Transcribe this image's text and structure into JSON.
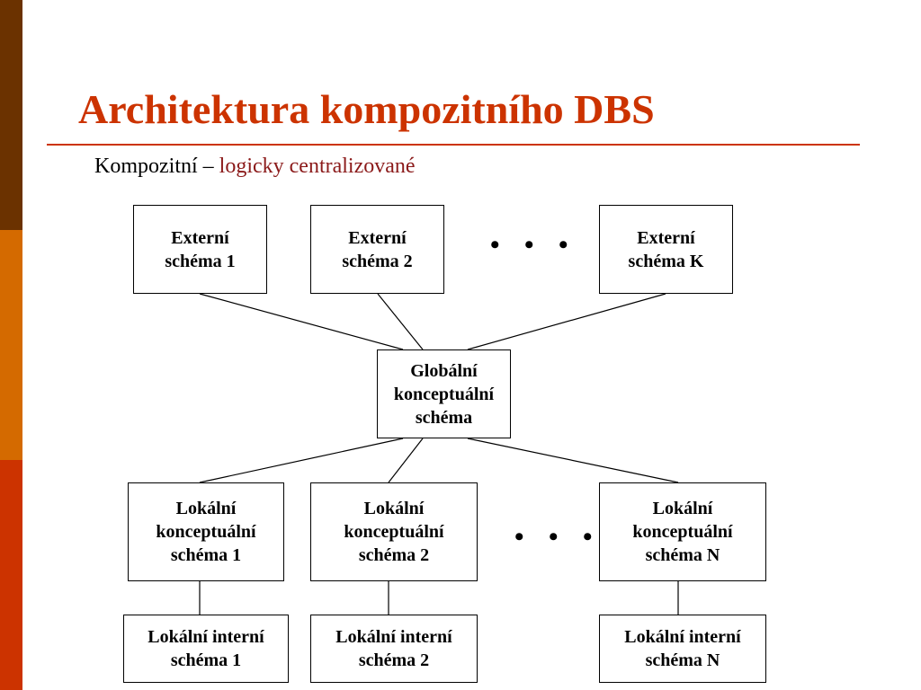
{
  "colors": {
    "sidebar": [
      "#6b3200",
      "#d46a00",
      "#cc3300"
    ],
    "title": "#cc3300",
    "rule": "#cc3300",
    "subtitle_accent": "#8b1a1a"
  },
  "slide": {
    "title": "Architektura kompozitního DBS",
    "subtitle_prefix": "Kompozitní – ",
    "subtitle_highlight": "logicky centralizované"
  },
  "diagram": {
    "external": [
      {
        "label": "Externí\nschéma 1"
      },
      {
        "label": "Externí\nschéma 2"
      },
      {
        "label": "Externí\nschéma K"
      }
    ],
    "global": {
      "label": "Globální\nkonceptuální\nschéma"
    },
    "local_conceptual": [
      {
        "label": "Lokální\nkonceptuální\nschéma 1"
      },
      {
        "label": "Lokální\nkonceptuální\nschéma 2"
      },
      {
        "label": "Lokální\nkonceptuální\nschéma N"
      }
    ],
    "local_internal": [
      {
        "label": "Lokální interní\nschéma 1"
      },
      {
        "label": "Lokální interní\nschéma 2"
      },
      {
        "label": "Lokální interní\nschéma N"
      }
    ],
    "ellipsis_top": "• • •",
    "ellipsis_bottom": "• • •"
  }
}
